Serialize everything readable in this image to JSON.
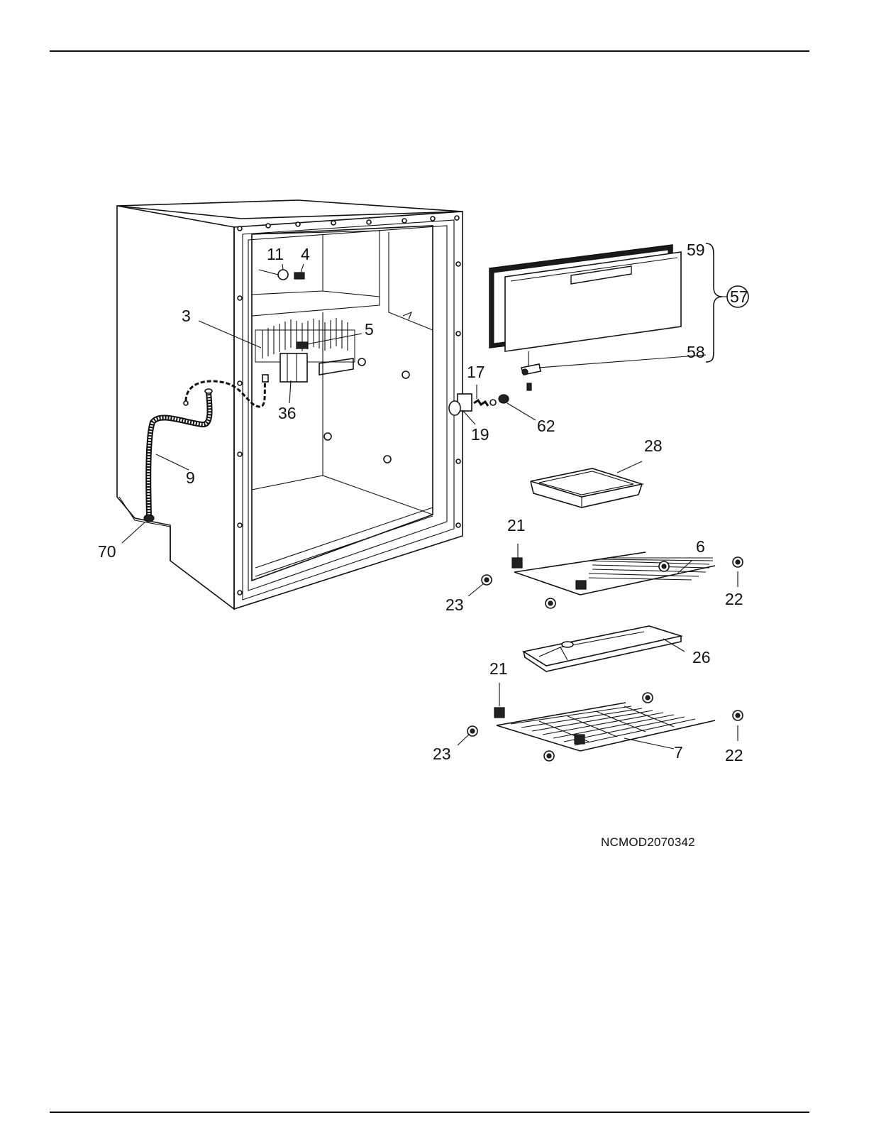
{
  "labels": {
    "p3": "3",
    "p4": "4",
    "p5": "5",
    "p6": "6",
    "p7": "7",
    "p9": "9",
    "p11": "11",
    "p17": "17",
    "p19": "19",
    "p21a": "21",
    "p21b": "21",
    "p22a": "22",
    "p22b": "22",
    "p23a": "23",
    "p23b": "23",
    "p26": "26",
    "p28": "28",
    "p36": "36",
    "p57": "57",
    "p58": "58",
    "p59": "59",
    "p62": "62",
    "p70": "70"
  },
  "drawing_code": "NCMOD2070342"
}
